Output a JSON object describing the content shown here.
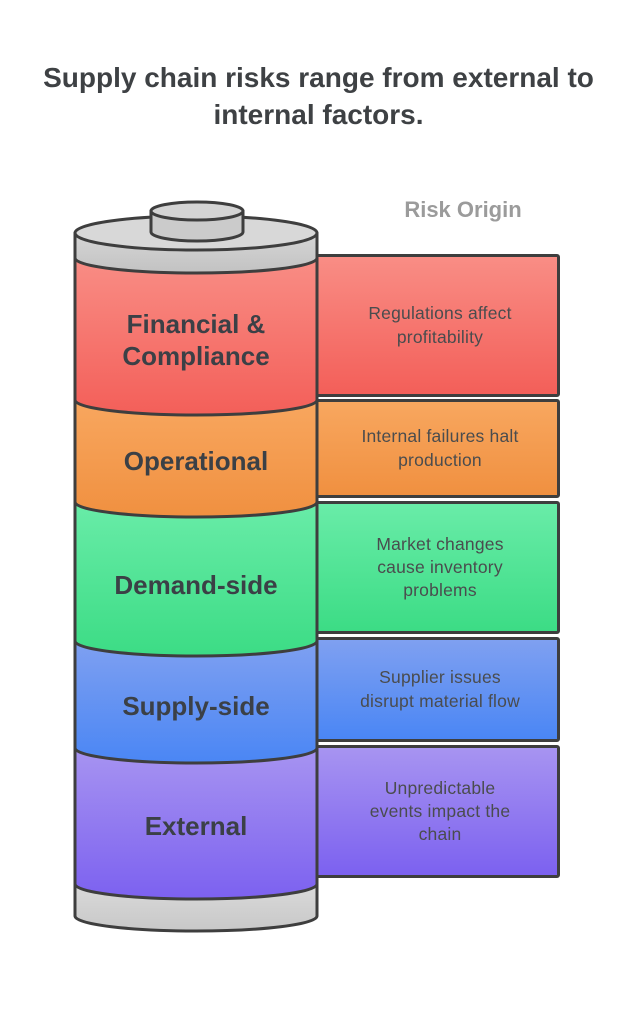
{
  "title": "Supply chain risks range from external to internal factors.",
  "column_header": "Risk Origin",
  "palette": {
    "background": "#ffffff",
    "outline": "#3e3e3e",
    "title_color": "#3e4144",
    "header_color": "#9b9b9b",
    "label_color": "#3b4046",
    "box_text_color": "#4a4c4e",
    "cap_fill_top": "#d6d6d6",
    "cap_fill_bottom": "#c2c2c2",
    "cap_ellipse_fill": "#d8d8d8",
    "terminal_fill": "#cbcbcb",
    "terminal_top_fill": "#d4d4d4",
    "base_fill_top": "#dadada",
    "base_fill_bottom": "#c8c8c8"
  },
  "battery": {
    "segments": [
      {
        "label": "Financial & Compliance",
        "description": "Regulations affect profitability",
        "color_top": "#f98d85",
        "color_bottom": "#f35f59"
      },
      {
        "label": "Operational",
        "description": "Internal failures halt production",
        "color_top": "#f8a75f",
        "color_bottom": "#f09040"
      },
      {
        "label": "Demand-side",
        "description": "Market changes cause inventory problems",
        "color_top": "#69eca8",
        "color_bottom": "#3cdc85"
      },
      {
        "label": "Supply-side",
        "description": "Supplier issues disrupt material flow",
        "color_top": "#7fa0f1",
        "color_bottom": "#4a86f4"
      },
      {
        "label": "External",
        "description": "Unpredictable events impact the chain",
        "color_top": "#a794f1",
        "color_bottom": "#7c61f0"
      }
    ]
  }
}
